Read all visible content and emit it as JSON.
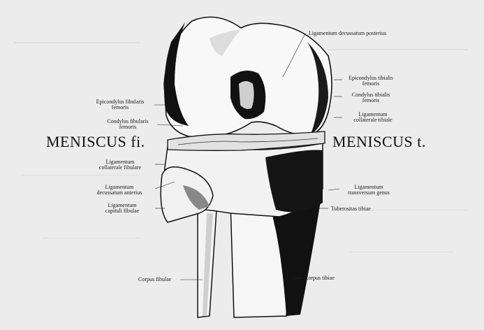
{
  "labels": {
    "lig_decussatum_posterius": "Ligamentum decussatum posterius",
    "epicondylus_fibularis": [
      "Epicondylus fibularis",
      "femoris"
    ],
    "epicondylus_tibialis": [
      "Epicondylus tibialis",
      "femoris"
    ],
    "condylus_fibularis": [
      "Condylus fibularis",
      "femoris"
    ],
    "condylus_tibialis": [
      "Condylus tibialis",
      "femoris"
    ],
    "lig_collaterale_tibiale": [
      "Ligamentum",
      "collaterale tibiale"
    ],
    "meniscus_left": "MENISCUS fi.",
    "meniscus_right": "MENISCUS t.",
    "lig_collaterale_fibulare": [
      "Ligamentum",
      "collaterale fibulare"
    ],
    "lig_decussatum_anterius": [
      "Ligamentum",
      "decussatum anterius"
    ],
    "lig_transversum_genus": [
      "Ligamentum",
      "transversum genus"
    ],
    "lig_capituli_fibulae": [
      "Ligamentum",
      "capituli fibulae"
    ],
    "tuberositas_tibiae": "Tuberositas tibiae",
    "corpus_fibulae": "Corpus fibulae",
    "corpus_tibiae": "Corpus tibiae"
  },
  "colors": {
    "paper": "#ececec",
    "ink": "#111111",
    "bone": "#f7f7f7"
  }
}
